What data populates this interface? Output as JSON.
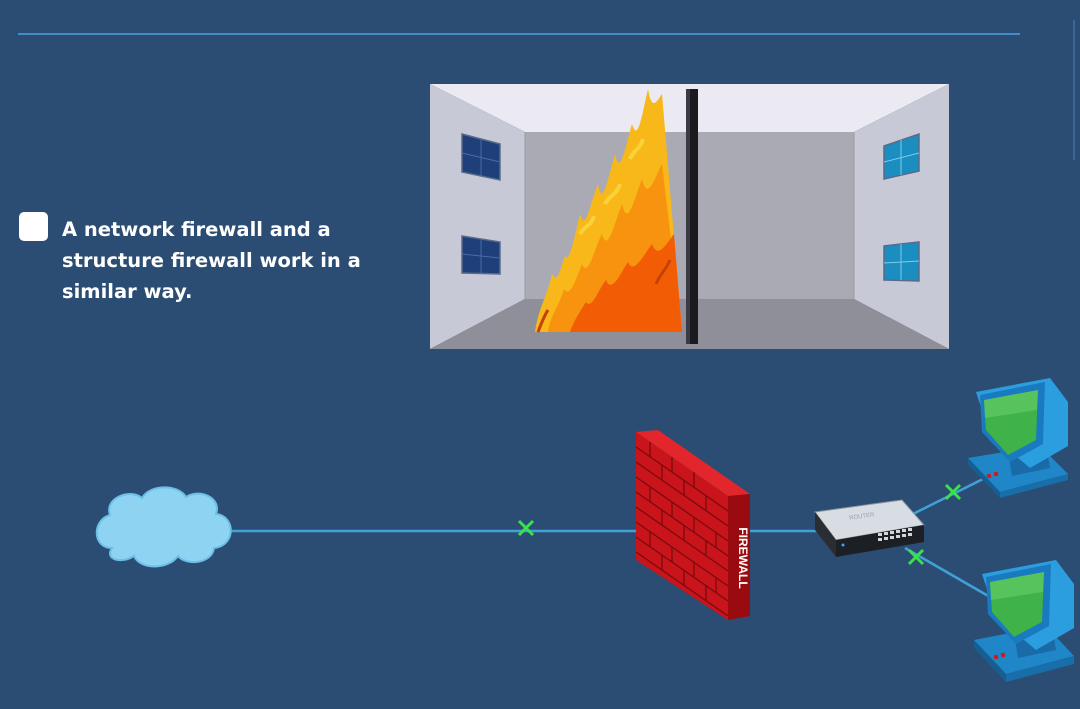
{
  "slide": {
    "bullet_text": "A network firewall and a structure firewall work in a similar way."
  },
  "illustration": {
    "firewall_label": "FIREWALL",
    "switch_label": "ROUTER"
  },
  "colors": {
    "background": "#2c4d73",
    "accent_line": "#3f8ec6",
    "cable": "#3fa1d8",
    "connection_marker": "#39e24a",
    "firewall_brick": "#c8141a",
    "cloud": "#8fd3f3",
    "monitor_screen": "#3fb24a"
  },
  "icons": [
    "cloud-icon",
    "brick-firewall-icon",
    "network-switch-icon",
    "computer-icon",
    "connection-marker-icon",
    "checkbox-icon"
  ]
}
